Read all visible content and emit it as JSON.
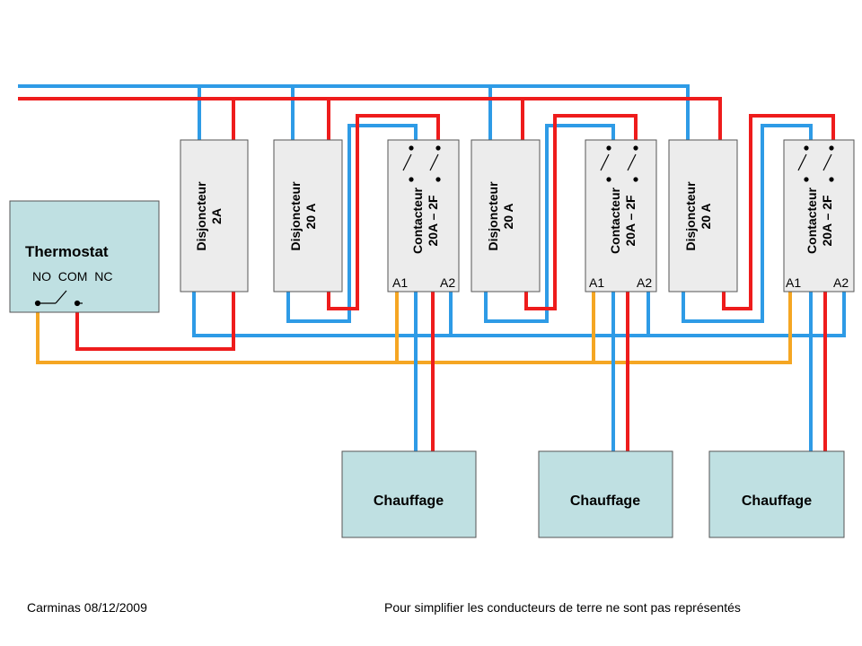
{
  "colors": {
    "phase": "#ee1c1c",
    "neutral": "#2e9be6",
    "control": "#f5a623",
    "device_fill": "#ececec",
    "thermostat_fill": "#bfe0e2",
    "heater_fill": "#bfe0e2",
    "outline": "#555555"
  },
  "thermostat": {
    "title": "Thermostat",
    "terminals": "NO  COM  NC"
  },
  "breaker_2a": {
    "line1": "Disjoncteur",
    "line2": "2A"
  },
  "breakers_20a": [
    {
      "line1": "Disjoncteur",
      "line2": "20 A"
    },
    {
      "line1": "Disjoncteur",
      "line2": "20 A"
    },
    {
      "line1": "Disjoncteur",
      "line2": "20 A"
    }
  ],
  "contactors": [
    {
      "line1": "Contacteur",
      "line2": "20A – 2F",
      "a1": "A1",
      "a2": "A2"
    },
    {
      "line1": "Contacteur",
      "line2": "20A – 2F",
      "a1": "A1",
      "a2": "A2"
    },
    {
      "line1": "Contacteur",
      "line2": "20A – 2F",
      "a1": "A1",
      "a2": "A2"
    }
  ],
  "heaters": [
    {
      "label": "Chauffage"
    },
    {
      "label": "Chauffage"
    },
    {
      "label": "Chauffage"
    }
  ],
  "footer": {
    "author": "Carminas 08/12/2009",
    "note": "Pour simplifier les conducteurs de terre ne sont pas représentés"
  }
}
